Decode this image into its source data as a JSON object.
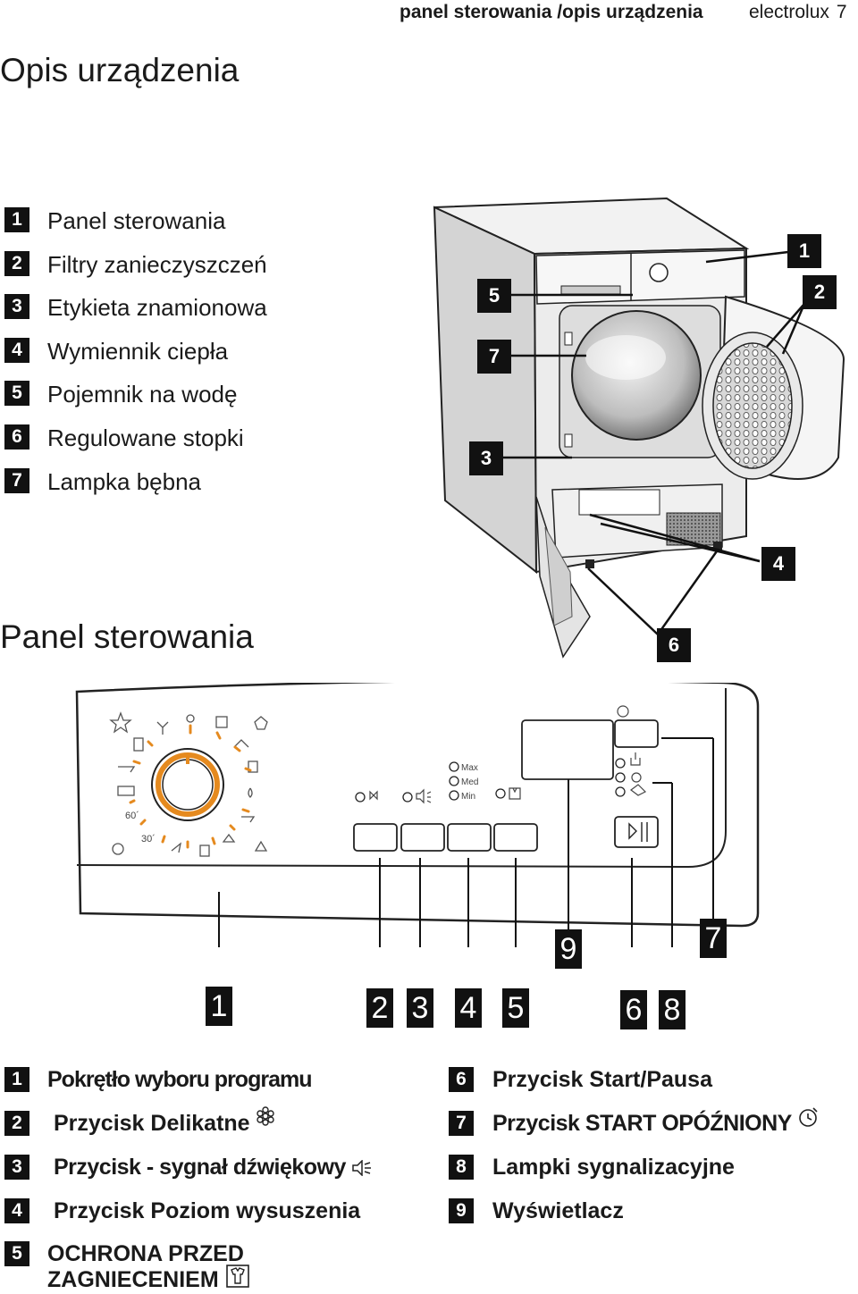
{
  "header": {
    "section": "panel sterowania /opis urządzenia",
    "brand": "electrolux",
    "page_number": "7"
  },
  "appliance": {
    "title": "Opis urządzenia",
    "items": [
      {
        "num": "1",
        "label": "Panel sterowania"
      },
      {
        "num": "2",
        "label": "Filtry zanieczyszczeń"
      },
      {
        "num": "3",
        "label": "Etykieta znamionowa"
      },
      {
        "num": "4",
        "label": "Wymiennik ciepła"
      },
      {
        "num": "5",
        "label": "Pojemnik na wodę"
      },
      {
        "num": "6",
        "label": "Regulowane stopki"
      },
      {
        "num": "7",
        "label": "Lampka bębna"
      }
    ],
    "callouts": [
      "1",
      "2",
      "3",
      "4",
      "5",
      "6",
      "7"
    ]
  },
  "panel": {
    "title": "Panel sterowania",
    "dial_marks": {
      "m60": "60´",
      "m30": "30´"
    },
    "dryness_levels": [
      "Max",
      "Med",
      "Min"
    ],
    "callouts": [
      "1",
      "2",
      "3",
      "4",
      "5",
      "9",
      "7",
      "6",
      "8"
    ]
  },
  "legend": {
    "left": [
      {
        "num": "1",
        "label": "Pokrętło wyboru programu",
        "icon": ""
      },
      {
        "num": "2",
        "label": "Przycisk Delikatne",
        "icon": "delicate-flower-icon"
      },
      {
        "num": "3",
        "label": "Przycisk - sygnał dźwiękowy",
        "icon": "speaker-icon"
      },
      {
        "num": "4",
        "label": "Przycisk Poziom wysuszenia",
        "icon": ""
      },
      {
        "num": "5",
        "label": "OCHRONA PRZED",
        "label2": "ZAGNIECENIEM",
        "icon": "anti-crease-shirt-icon"
      }
    ],
    "right": [
      {
        "num": "6",
        "label": "Przycisk Start/Pausa",
        "icon": ""
      },
      {
        "num": "7",
        "label": "Przycisk START OPÓŹNIONY",
        "icon": "delay-clock-icon"
      },
      {
        "num": "8",
        "label": "Lampki sygnalizacyjne",
        "icon": ""
      },
      {
        "num": "9",
        "label": "Wyświetlacz",
        "icon": ""
      }
    ]
  }
}
